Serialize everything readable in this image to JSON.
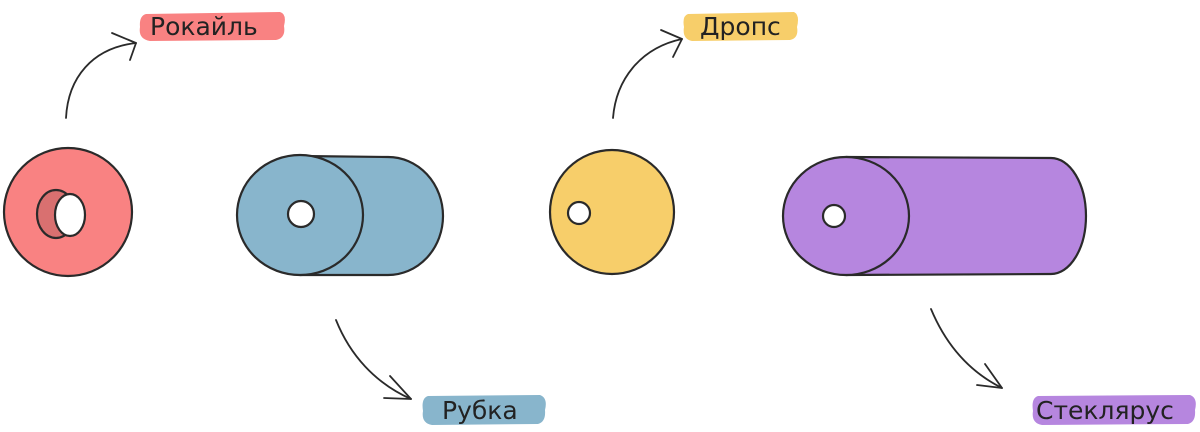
{
  "beads": [
    {
      "key": "rocaille",
      "label": "Рокайль",
      "color": "#F98282",
      "inner_color": "#D97070"
    },
    {
      "key": "bugle_short",
      "label": "Рубка",
      "color": "#88B5CC"
    },
    {
      "key": "drops",
      "label": "Дропс",
      "color": "#F7CE6A"
    },
    {
      "key": "bugle_long",
      "label": "Стеклярус",
      "color": "#B686DF"
    }
  ],
  "colors": {
    "outline": "#2a2a2a",
    "hole": "#ffffff",
    "label_text": "#222222"
  }
}
